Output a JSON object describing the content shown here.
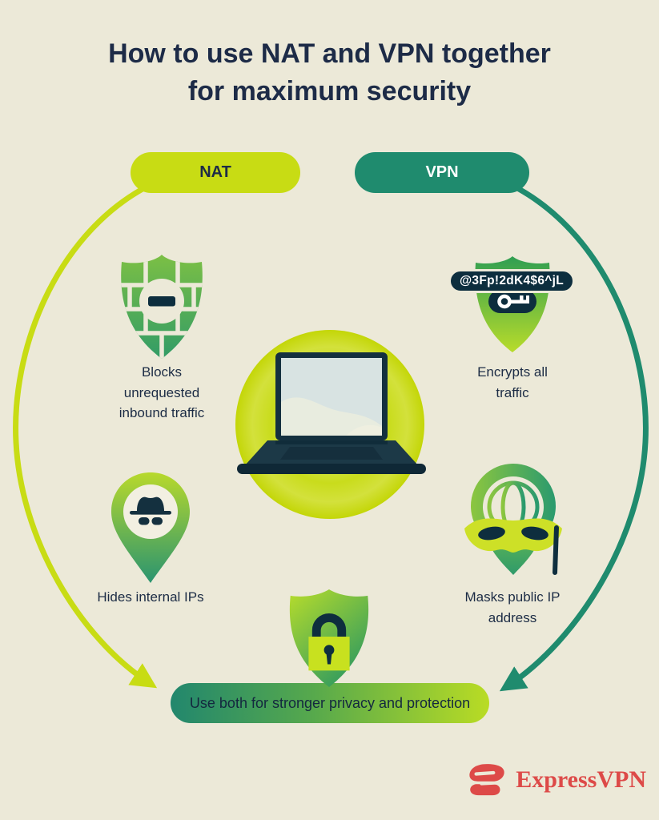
{
  "title": {
    "line1": "How to use NAT and VPN together",
    "line2": "for maximum security"
  },
  "nat": {
    "label": "NAT",
    "features": [
      {
        "icon": "firewall-shield-icon",
        "label": "Blocks unrequested inbound traffic"
      },
      {
        "icon": "incognito-pin-icon",
        "label": "Hides internal IPs"
      }
    ]
  },
  "vpn": {
    "label": "VPN",
    "password": "@3Fp!2dK4$6^jL",
    "features": [
      {
        "icon": "key-shield-icon",
        "label": "Encrypts all traffic"
      },
      {
        "icon": "masked-globe-icon",
        "label": "Masks public IP address"
      }
    ]
  },
  "conclusion": {
    "label": "Use both for stronger privacy and protection"
  },
  "footer": {
    "brand": "ExpressVPN"
  },
  "colors": {
    "background": "#ece9d8",
    "lime": "#c8dc14",
    "teal": "#1f8b6e",
    "navy": "#1d2b47",
    "icon_dark": "#0d2e3e",
    "brand_red": "#dd4a48"
  }
}
